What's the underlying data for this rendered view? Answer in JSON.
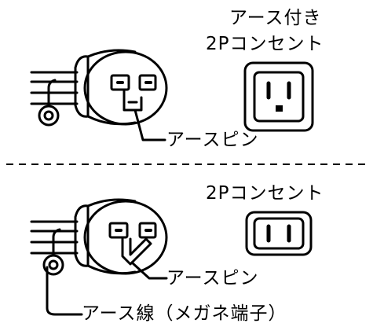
{
  "top": {
    "outlet_caption_line1": "アース付き",
    "outlet_caption_line2": "2Pコンセント",
    "pin_label": "アースピン"
  },
  "bottom": {
    "outlet_caption": "2Pコンセント",
    "pin_label": "アースピン",
    "wire_label": "アース線（メガネ端子）"
  },
  "colors": {
    "ink": "#000000",
    "background": "#ffffff"
  },
  "icons": [
    "grounded-plug-icon",
    "grounded-outlet-icon",
    "adapter-plug-icon",
    "two-prong-outlet-icon"
  ]
}
